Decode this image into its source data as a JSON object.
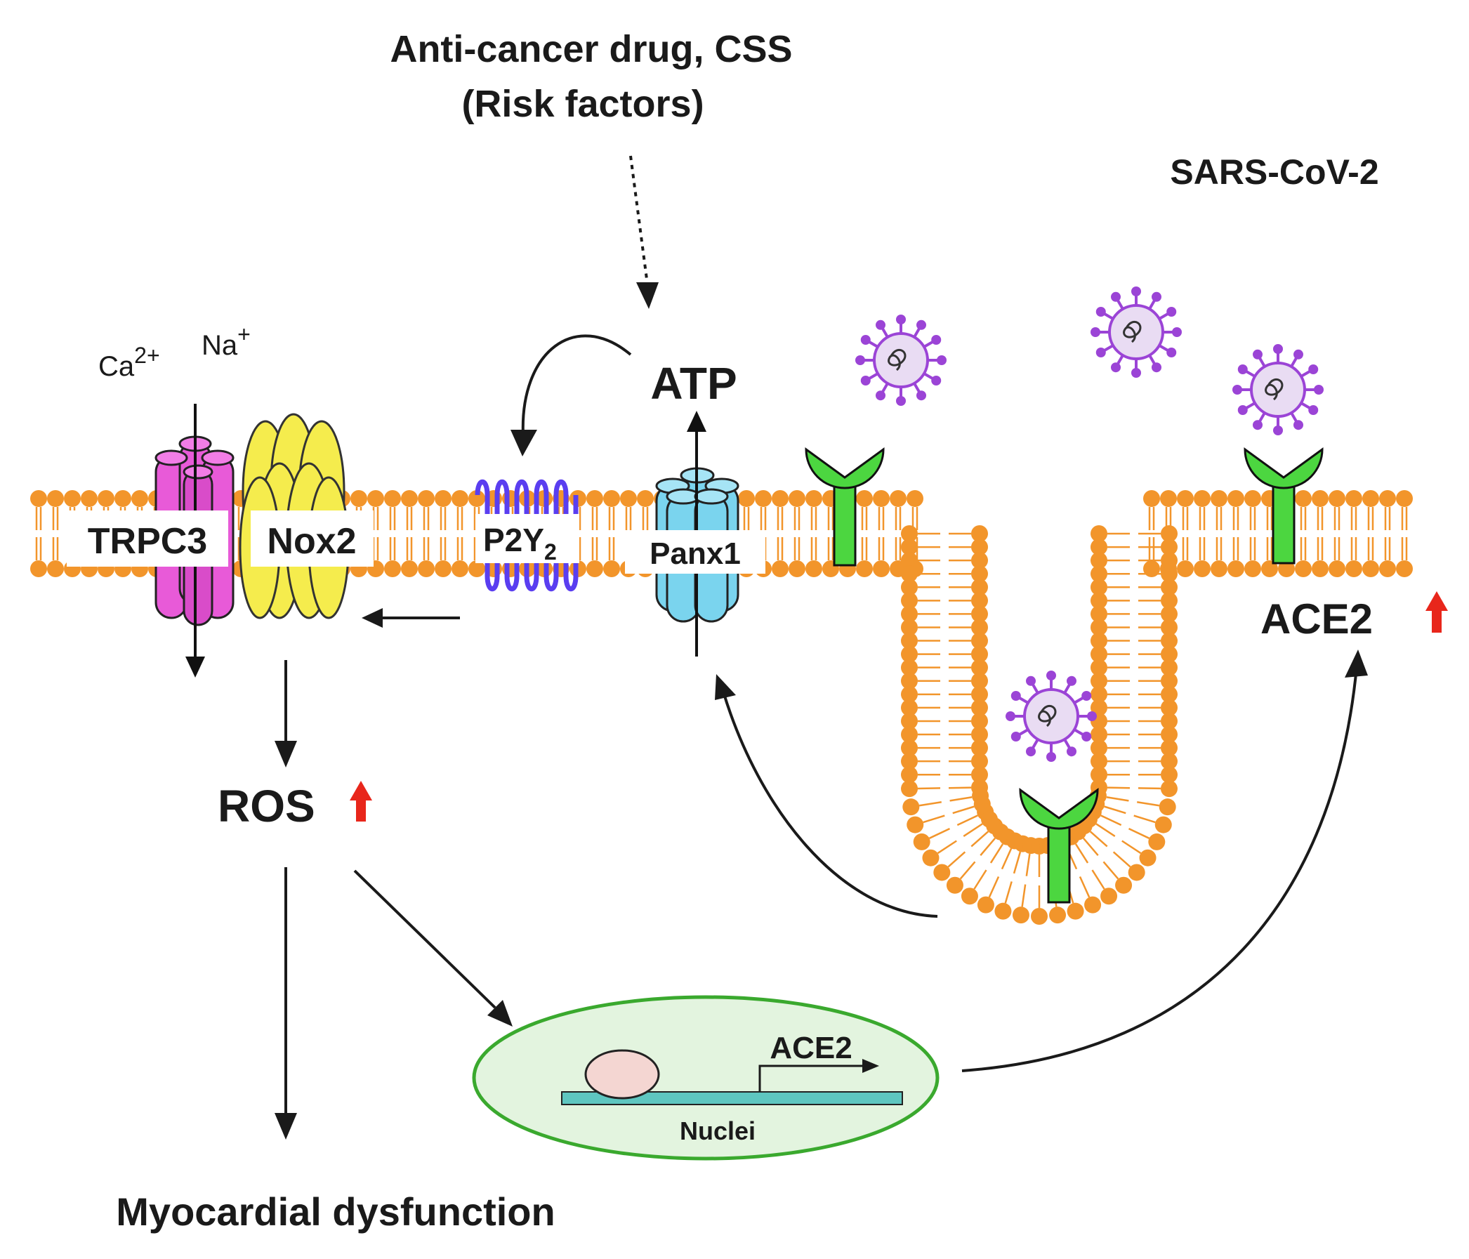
{
  "title_line1": "Anti-cancer drug, CSS",
  "title_line2": "(Risk factors)",
  "virus_label": "SARS-CoV-2",
  "ion_ca": "Ca",
  "ion_ca_sup": "2+",
  "ion_na": "Na",
  "ion_na_sup": "+",
  "atp_label": "ATP",
  "trpc3_label": "TRPC3",
  "nox2_label": "Nox2",
  "p2y2_label": "P2Y",
  "p2y2_sub": "2",
  "panx1_label": "Panx1",
  "ros_label": "ROS",
  "ace2_label": "ACE2",
  "nucleus_gene_label": "ACE2",
  "nucleus_label": "Nuclei",
  "outcome_label": "Myocardial dysfunction",
  "colors": {
    "membrane": "#f2952b",
    "trpc3": "#e85ad8",
    "nox2": "#f5ec4d",
    "p2y2": "#5a3ef0",
    "panx1": "#7ad4ee",
    "ace2_receptor": "#4cd640",
    "virus": "#9b44d6",
    "virus_fill": "#e9dcf3",
    "up_arrow": "#e8261b",
    "nucleus_fill": "#e3f4df",
    "nucleus_border": "#3aa92e",
    "dna": "#5ec6c0",
    "tf_blob": "#f4d6d2"
  }
}
